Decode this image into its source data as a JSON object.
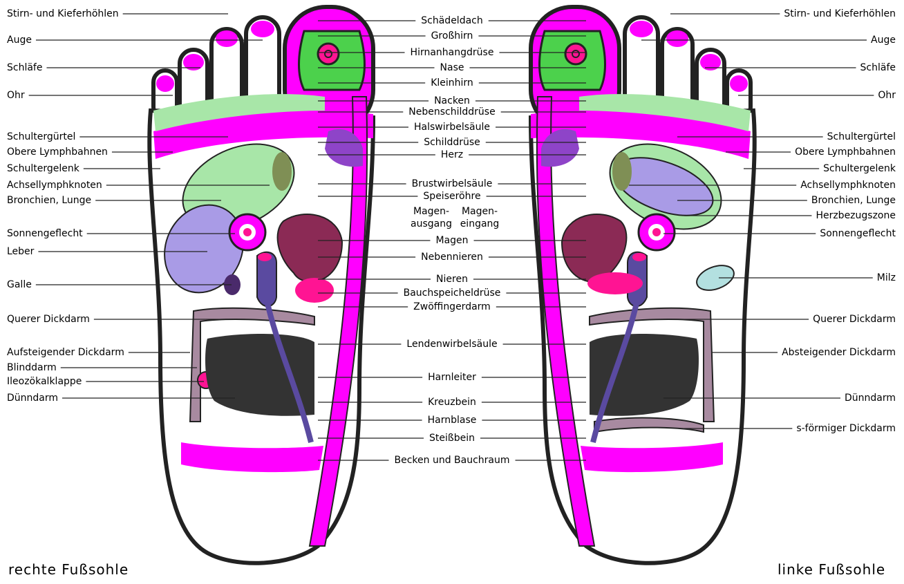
{
  "colors": {
    "magenta": "#ff00ff",
    "pink": "#ff1493",
    "green": "#4cd14c",
    "light_green": "#a8e6a8",
    "lavender": "#a99be6",
    "purple": "#8e44c8",
    "maroon": "#8b2a55",
    "dark_purple": "#4a2a6b",
    "grey_mauve": "#a88aa0",
    "dark_grey": "#333333",
    "light_blue": "#9fc4d0",
    "olive": "#7f8f55",
    "teal_light": "#b3e0e0",
    "outline": "#222222"
  },
  "captions": {
    "right_foot": "rechte Fußsohle",
    "left_foot": "linke Fußsohle"
  },
  "labels": {
    "left_side": [
      "Stirn- und Kieferhöhlen",
      "Auge",
      "Schläfe",
      "Ohr",
      "Schultergürtel",
      "Obere Lymphbahnen",
      "Schultergelenk",
      "Achsellymphknoten",
      "Bronchien, Lunge",
      "Sonnengeflecht",
      "Leber",
      "Galle",
      "Querer Dickdarm",
      "Aufsteigender Dickdarm",
      "Blinddarm",
      "Ileozökalklappe",
      "Dünndarm"
    ],
    "center": [
      "Schädeldach",
      "Großhirn",
      "Hirnanhangdrüse",
      "Nase",
      "Kleinhirn",
      "Nacken",
      "Nebenschilddrüse",
      "Halswirbelsäule",
      "Schilddrüse",
      "Herz",
      "Brustwirbelsäule",
      "Speiseröhre",
      "Magen",
      "Nebennieren",
      "Nieren",
      "Bauchspeicheldrüse",
      "Zwöffingerdarm",
      "Lendenwirbelsäule",
      "Harnleiter",
      "Kreuzbein",
      "Harnblase",
      "Steißbein",
      "Becken und Bauchraum"
    ],
    "center_split": {
      "ausgang_top": "Magen-",
      "ausgang_bottom": "ausgang",
      "eingang_top": "Magen-",
      "eingang_bottom": "eingang"
    },
    "right_side": [
      "Stirn- und Kieferhöhlen",
      "Auge",
      "Schläfe",
      "Ohr",
      "Schultergürtel",
      "Obere Lymphbahnen",
      "Schultergelenk",
      "Achsellymphknoten",
      "Bronchien, Lunge",
      "Herzbezugszone",
      "Sonnengeflecht",
      "Milz",
      "Querer Dickdarm",
      "Absteigender Dickdarm",
      "Dünndarm",
      "s-förmiger Dickdarm"
    ]
  }
}
